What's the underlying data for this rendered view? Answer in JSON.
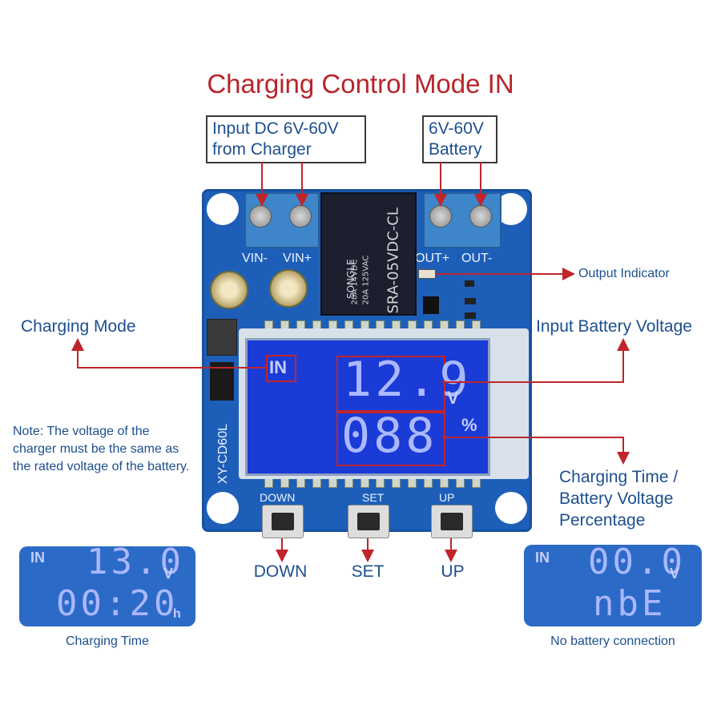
{
  "title": "Charging Control Mode IN",
  "labels": {
    "input_dc": "Input DC 6V-60V from Charger",
    "battery": "6V-60V Battery",
    "output_indicator": "Output Indicator",
    "charging_mode": "Charging Mode",
    "input_battery_voltage": "Input Battery Voltage",
    "charging_time": "Charging Time / Battery Voltage Percentage",
    "note": "Note: The voltage of the charger must be the same as the rated voltage of the battery."
  },
  "board": {
    "vin_minus": "VIN-",
    "vin_plus": "VIN+",
    "out_plus": "OUT+",
    "out_minus": "OUT-",
    "model": "XY-CD60L",
    "relay_text": "SRA-05VDC-CL",
    "relay_brand": "SONGLE",
    "relay_spec1": "20A 14VDC",
    "relay_spec2": "20A 125VAC",
    "btn_down": "DOWN",
    "btn_set": "SET",
    "btn_up": "UP"
  },
  "lcd_main": {
    "mode": "IN",
    "voltage": "12.9",
    "voltage_unit": "V",
    "percent": "088",
    "percent_unit": "%"
  },
  "buttons": {
    "down": "DOWN",
    "set": "SET",
    "up": "UP"
  },
  "lcd_charging_time": {
    "mode": "IN",
    "voltage": "13.0",
    "voltage_unit": "V",
    "time": "00:20",
    "time_unit": "h",
    "caption": "Charging Time"
  },
  "lcd_no_battery": {
    "mode": "IN",
    "voltage": "00.0",
    "voltage_unit": "V",
    "status": "nbE",
    "caption": "No battery connection"
  },
  "colors": {
    "title_red": "#b8252b",
    "label_blue": "#1d4f8f",
    "pcb_blue": "#1d5fb8",
    "lcd_blue": "#1a3bd6",
    "arrow_red": "#c0252b"
  }
}
